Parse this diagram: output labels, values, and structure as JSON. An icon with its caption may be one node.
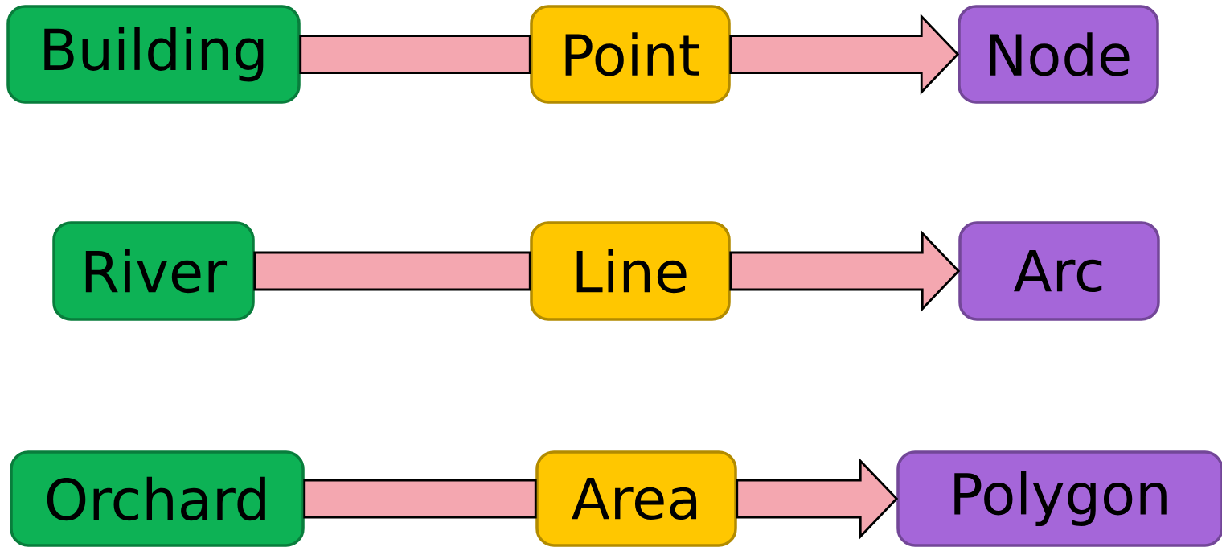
{
  "diagram": {
    "nodes": [
      {
        "text": [
          "Building"
        ]
      },
      {
        "text": [
          "Point"
        ]
      },
      {
        "text": [
          "Node"
        ]
      },
      {
        "text": [
          "River"
        ]
      },
      {
        "text": [
          "Line"
        ]
      },
      {
        "text": [
          "Arc"
        ]
      },
      {
        "text": [
          "Orchard"
        ]
      },
      {
        "text": [
          "Area"
        ]
      },
      {
        "text": [
          "Polygon"
        ]
      }
    ],
    "edges": [
      {
        "from": 0,
        "to": 1,
        "arrow": "none"
      },
      {
        "from": 1,
        "to": 2,
        "arrow": "to"
      },
      {
        "from": 3,
        "to": 4,
        "arrow": "none"
      },
      {
        "from": 4,
        "to": 5,
        "arrow": "to"
      },
      {
        "from": 6,
        "to": 7,
        "arrow": "none"
      },
      {
        "from": 7,
        "to": 8,
        "arrow": "to"
      }
    ]
  }
}
